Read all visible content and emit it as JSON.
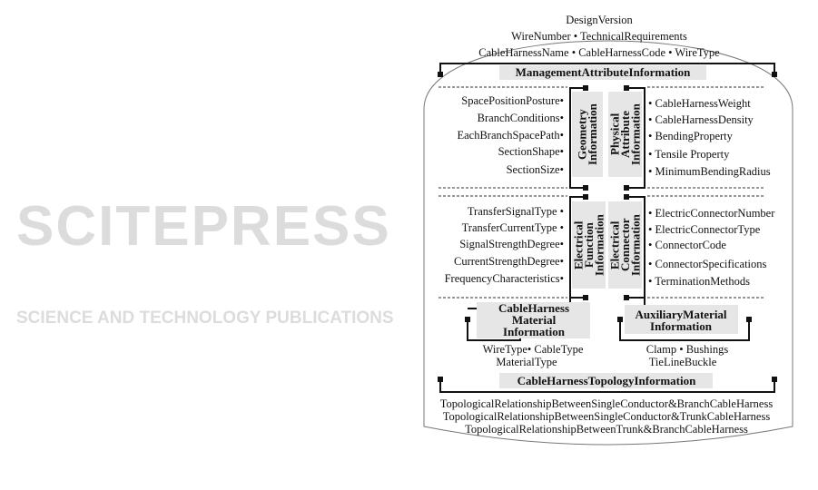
{
  "watermark": {
    "main": "SCITEPRESS",
    "sub": "SCIENCE AND TECHNOLOGY PUBLICATIONS"
  },
  "top": {
    "line1": "DesignVersion",
    "line2": "WireNumber  •  TechnicalRequirements",
    "line3": "CableHarnessName  •  CableHarnessCode  •  WireType"
  },
  "management": "ManagementAttributeInformation",
  "geometry": {
    "title": "Geometry Information",
    "items": [
      "SpacePositionPosture•",
      "BranchConditions•",
      "EachBranchSpacePath•",
      "SectionShape•",
      "SectionSize•"
    ]
  },
  "physical": {
    "title": "Physical Attribute Information",
    "items": [
      "• CableHarnessWeight",
      "• CableHarnessDensity",
      "• BendingProperty",
      "• Tensile Property",
      "• MinimumBendingRadius"
    ]
  },
  "electrical_function": {
    "title": "Electrical Function Information",
    "items": [
      "TransferSignalType •",
      "TransferCurrentType •",
      "SignalStrengthDegree•",
      "CurrentStrengthDegree•",
      "FrequencyCharacteristics•"
    ]
  },
  "electrical_connector": {
    "title": "Electrical Connector Information",
    "items": [
      "• ElectricConnectorNumber",
      "• ElectricConnectorType",
      "• ConnectorCode",
      "• ConnectorSpecifications",
      "• TerminationMethods"
    ]
  },
  "material": {
    "title": "CableHarness Material Information",
    "line1": "WireType•  CableType",
    "line2": "MaterialType"
  },
  "auxiliary": {
    "title": "AuxiliaryMaterial Information",
    "line1": "Clamp • Bushings",
    "line2": "TieLineBuckle"
  },
  "topology": {
    "title": "CableHarnessTopologyInformation",
    "items": [
      "TopologicalRelationshipBetweenSingleConductor&BranchCableHarness",
      "TopologicalRelationshipBetweenSingleConductor&TrunkCableHarness",
      "TopologicalRelationshipBetweenTrunk&BranchCableHarness"
    ]
  }
}
